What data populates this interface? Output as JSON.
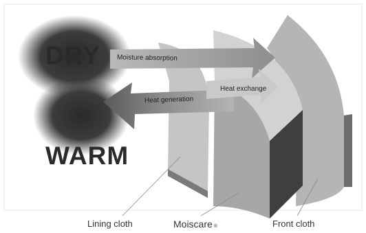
{
  "diagram": {
    "labels": {
      "dry": "DRY",
      "warm": "WARM"
    },
    "arrows": {
      "moisture_absorption": "Moisture absorption",
      "heat_generation": "Heat generation",
      "heat_exchange": "Heat exchange"
    },
    "captions": {
      "lining_cloth": "Lining cloth",
      "moiscare": "Moiscare",
      "moiscare_mark": "®",
      "front_cloth": "Front cloth"
    }
  }
}
